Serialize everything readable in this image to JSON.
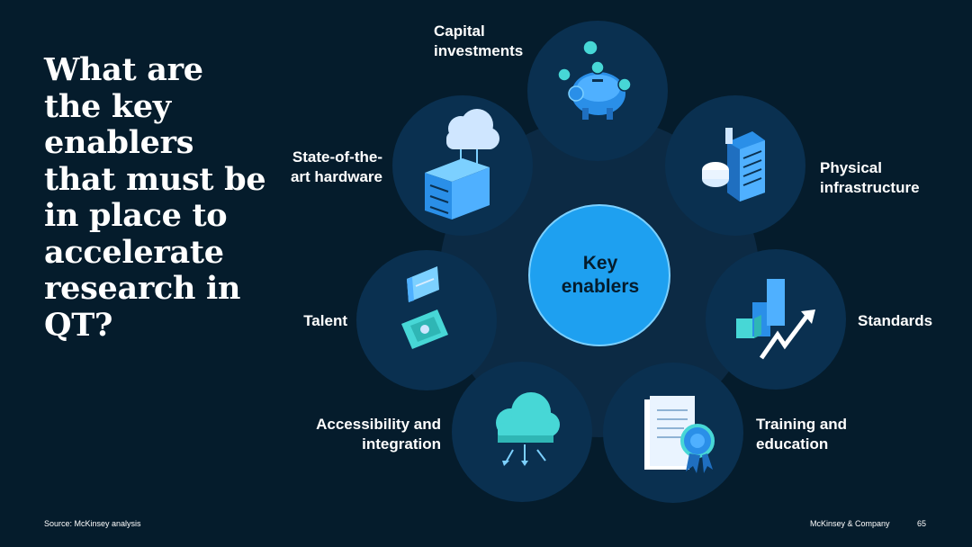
{
  "headline": "What are\nthe key\nenablers\nthat must be\nin place to\naccelerate\nresearch in\nQT?",
  "hub_label": "Key\nenablers",
  "enablers": [
    {
      "label": "Capital\ninvestments",
      "icon": "piggy-bank-icon"
    },
    {
      "label": "Physical\ninfrastructure",
      "icon": "building-icon"
    },
    {
      "label": "Standards",
      "icon": "bar-chart-trend-icon"
    },
    {
      "label": "Training and\neducation",
      "icon": "certificate-icon"
    },
    {
      "label": "Accessibility and\nintegration",
      "icon": "cloud-network-icon"
    },
    {
      "label": "Talent",
      "icon": "id-badge-icon"
    },
    {
      "label": "State-of-the-\nart hardware",
      "icon": "cloud-server-icon"
    }
  ],
  "footer": {
    "source": "Source: McKinsey analysis",
    "brand": "McKinsey & Company",
    "page_number": "65"
  },
  "colors": {
    "background": "#051c2c",
    "node_fill": "#0a3050",
    "ring_fill": "#0c2a44",
    "hub_fill": "#1ea0f0",
    "hub_stroke": "#7cd0ff",
    "icon_primary": "#2a8fe8",
    "icon_accent": "#47d7d6"
  }
}
